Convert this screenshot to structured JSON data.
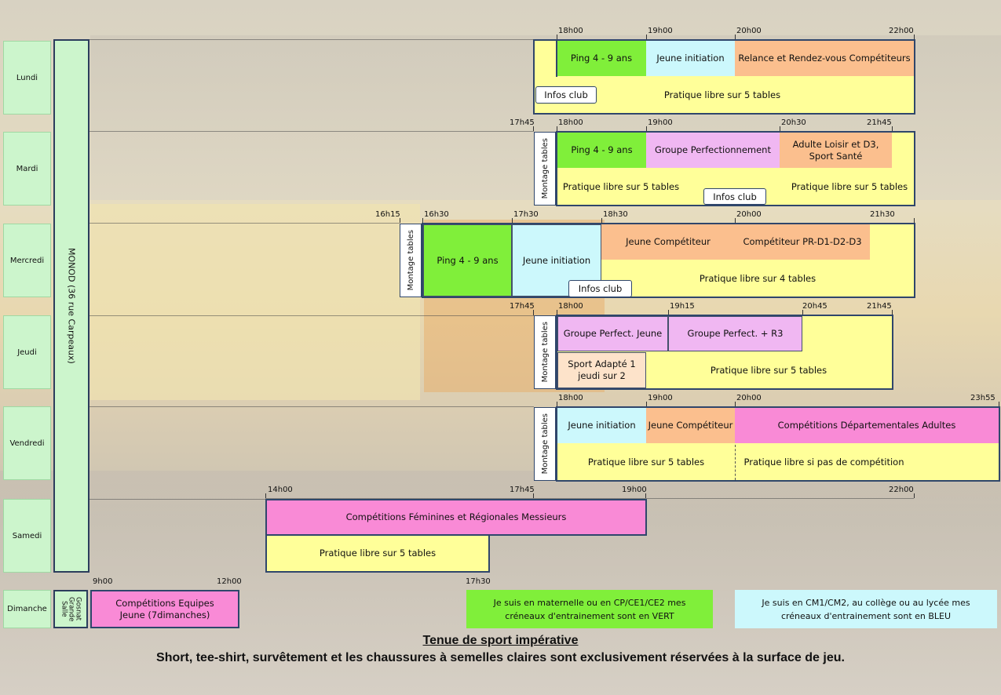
{
  "days": [
    "Lundi",
    "Mardi",
    "Mercredi",
    "Jeudi",
    "Vendredi",
    "Samedi",
    "Dimanche"
  ],
  "location_main": "MONOD (36 rue Carpeaux)",
  "location_sunday": "Gosnat Grande Salle",
  "montage_label": "Montage tables",
  "info_label": "Infos club",
  "lundi": {
    "t1": "18h00",
    "t2": "19h00",
    "t3": "20h00",
    "t4": "22h00",
    "b1": "Ping 4 - 9 ans",
    "b2": "Jeune initiation",
    "b3": "Relance et Rendez-vous Compétiteurs",
    "libre": "Pratique libre sur 5 tables"
  },
  "mardi": {
    "t0": "17h45",
    "t1": "18h00",
    "t2": "19h00",
    "t3": "20h30",
    "t4": "21h45",
    "b1": "Ping 4 - 9 ans",
    "b2": "Groupe Perfectionnement",
    "b3": "Adulte Loisir et D3, Sport Santé",
    "libre1": "Pratique libre sur 5 tables",
    "libre2": "Pratique libre sur 5 tables"
  },
  "mercredi": {
    "t0": "16h15",
    "t1": "16h30",
    "t2": "17h30",
    "t3": "18h30",
    "t4": "20h00",
    "t5": "21h30",
    "b1": "Ping 4 - 9 ans",
    "b2": "Jeune initiation",
    "b3": "Jeune Compétiteur",
    "b4": "Compétiteur PR-D1-D2-D3",
    "libre": "Pratique libre sur 4 tables"
  },
  "jeudi": {
    "t0": "17h45",
    "t1": "18h00",
    "t2": "19h15",
    "t3": "20h45",
    "t4": "21h45",
    "b1": "Groupe Perfect. Jeune",
    "b2": "Groupe Perfect. + R3",
    "b3": "Sport Adapté 1 jeudi sur 2",
    "libre": "Pratique libre sur 5 tables"
  },
  "vendredi": {
    "t1": "18h00",
    "t2": "19h00",
    "t3": "20h00",
    "t4": "23h55",
    "b1": "Jeune initiation",
    "b2": "Jeune Compétiteur",
    "b3": "Compétitions Départementales Adultes",
    "libre1": "Pratique libre sur 5 tables",
    "libre2": "Pratique libre si pas de compétition"
  },
  "samedi": {
    "t1": "14h00",
    "t2": "17h45",
    "t3": "19h00",
    "t4": "22h00",
    "t5": "17h30",
    "b1": "Compétitions Féminines et Régionales Messieurs",
    "libre": "Pratique libre sur 5 tables"
  },
  "dimanche": {
    "t1": "9h00",
    "t2": "12h00",
    "b1": "Compétitions Equipes Jeune (7dimanches)"
  },
  "note_green": "Je suis en maternelle ou en CP/CE1/CE2 mes créneaux d'entrainement sont en VERT",
  "note_blue": "Je suis en CM1/CM2, au collège ou au lycée mes créneaux d'entrainement sont en BLEU",
  "footer_title": "Tenue de sport impérative",
  "footer_text": "Short, tee-shirt, survêtement et les chaussures à semelles claires sont exclusivement réservées à la surface de jeu.",
  "colors": {
    "green": "#80ef3a",
    "cyan": "#ccf8fc",
    "orange": "#fbbf8e",
    "violet": "#f0b7f2",
    "magenta": "#f98ad6",
    "yellow": "#ffff99",
    "day": "#ccf5cc",
    "border": "#2f466b"
  }
}
